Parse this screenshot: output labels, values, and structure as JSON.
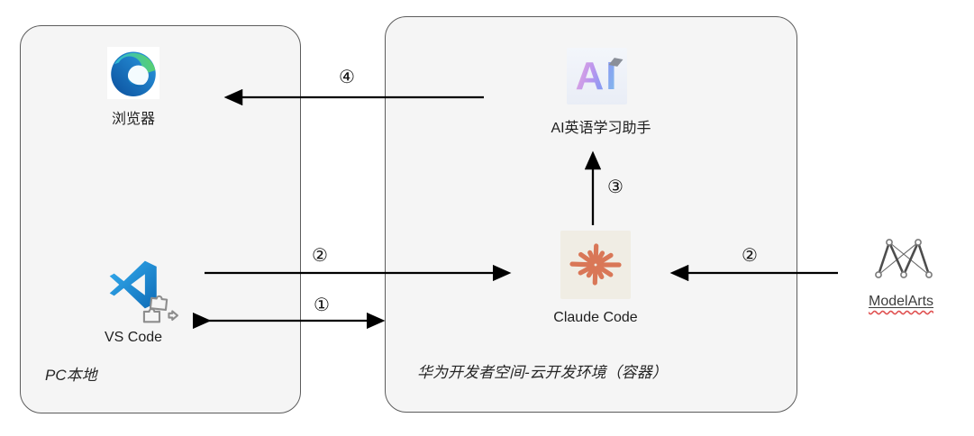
{
  "local_box": {
    "caption": "PC本地",
    "browser_label": "浏览器",
    "vscode_label": "VS Code"
  },
  "cloud_box": {
    "caption": "华为开发者空间-云开发环境（容器）",
    "ai_assistant_label": "AI英语学习助手",
    "ai_logo_text": "AI",
    "claude_label": "Claude Code"
  },
  "external": {
    "modelarts_label": "ModelArts"
  },
  "arrows": {
    "step1_badge": "①",
    "step2_vscode_badge": "②",
    "step2_modelarts_badge": "②",
    "step3_badge": "③",
    "step4_badge": "④"
  },
  "colors": {
    "box_fill": "#f5f5f5",
    "box_border": "#5c5c5c",
    "arrow": "#000000",
    "claude_orange": "#d97757",
    "claude_tile_bg": "#f0ede4",
    "ai_gradient_start": "#e9a8dd",
    "ai_gradient_end": "#7fc6ea",
    "modelarts_stroke": "#4d4d4d",
    "modelarts_wavy_underline": "#e05252"
  }
}
